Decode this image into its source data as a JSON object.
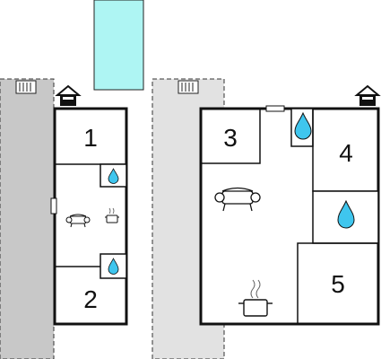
{
  "floorplan": {
    "units": [
      {
        "rooms": [
          {
            "number": "1",
            "type": "bedroom"
          },
          {
            "number": "2",
            "type": "bedroom"
          }
        ],
        "icons": [
          "house-icon",
          "radiator-icon",
          "water-drop-icon",
          "water-drop-icon",
          "sofa-icon",
          "cooking-pot-icon",
          "door-icon"
        ]
      },
      {
        "rooms": [
          {
            "number": "3",
            "type": "bedroom"
          },
          {
            "number": "4",
            "type": "bedroom"
          },
          {
            "number": "5",
            "type": "bedroom"
          }
        ],
        "icons": [
          "house-icon",
          "radiator-icon",
          "water-drop-icon",
          "water-drop-icon",
          "sofa-icon",
          "cooking-pot-icon",
          "door-icon"
        ]
      }
    ],
    "colors": {
      "pool": "#aef5f3",
      "terrace": "#c8c8c8",
      "terrace_light": "#e2e2e2",
      "wall": "#111111",
      "background": "#ffffff"
    }
  }
}
